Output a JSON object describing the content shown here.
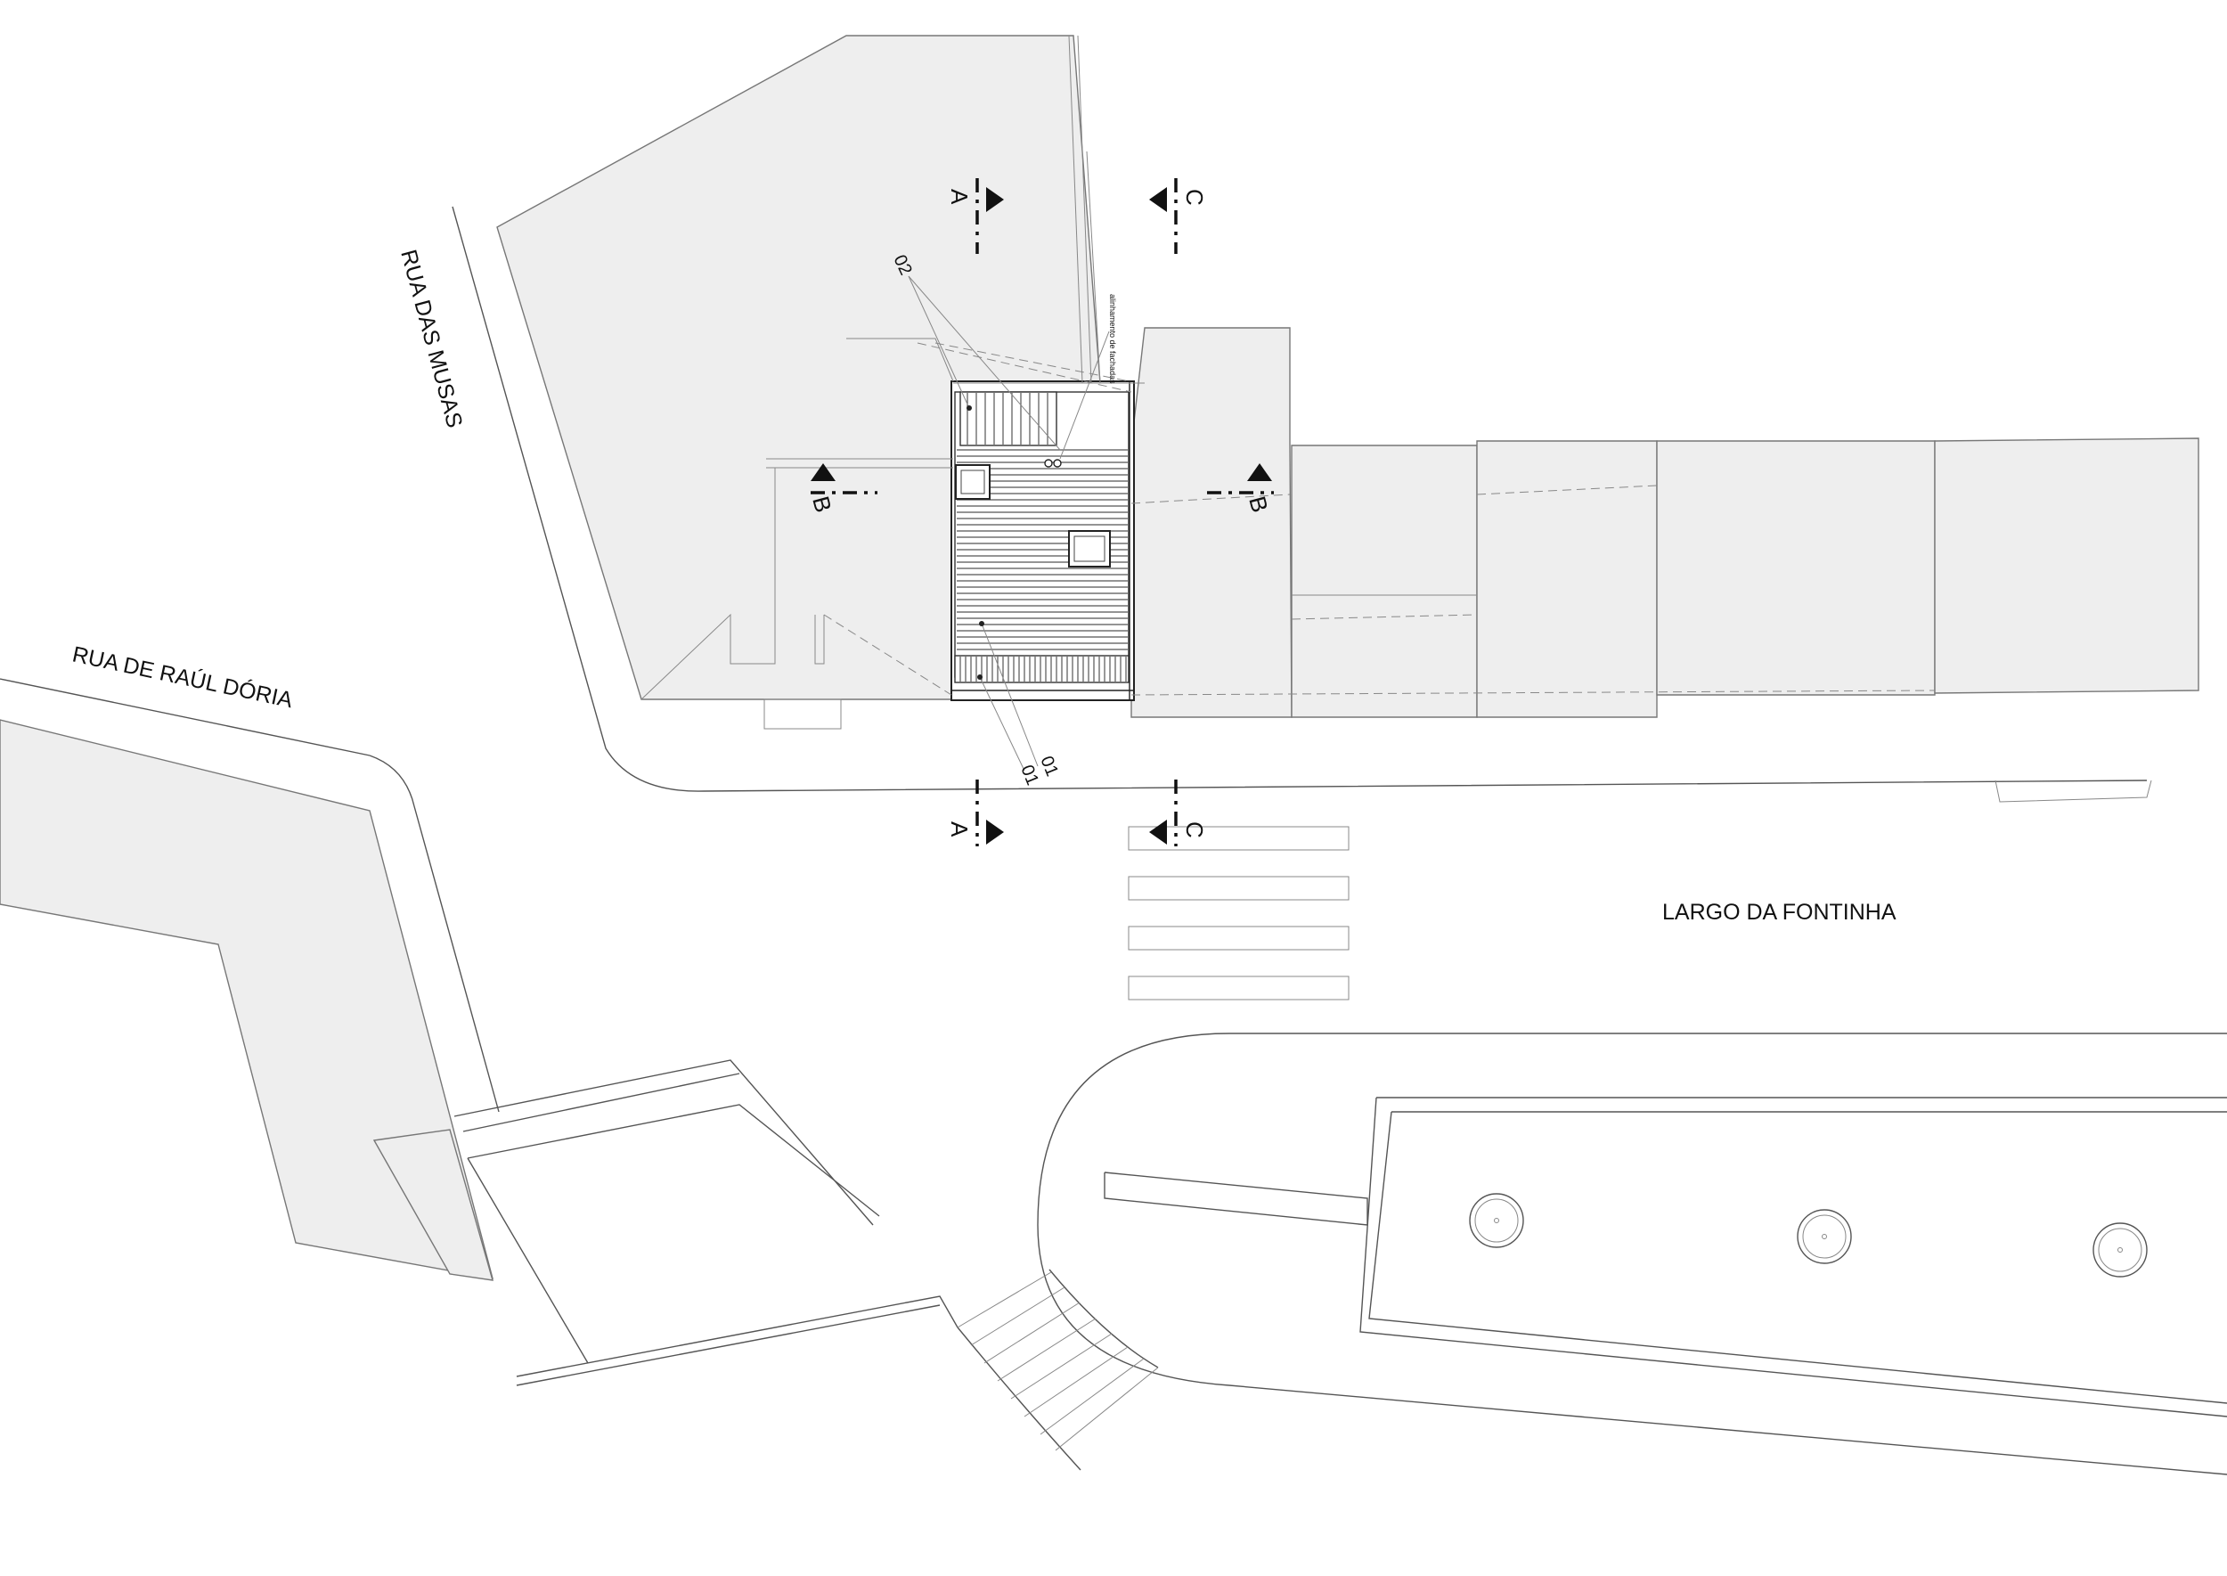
{
  "streets": {
    "rua_das_musas": "RUA DAS MUSAS",
    "rua_raul_doria": "RUA DE RAÚL DÓRIA",
    "largo_fontinha": "LARGO DA FONTINHA"
  },
  "callouts": {
    "tag_02": "02",
    "tag_01a": "01",
    "tag_01b": "01"
  },
  "sections": {
    "a_top": "A",
    "a_bottom": "A",
    "b_left": "B",
    "b_right": "B",
    "c_top": "C",
    "c_bottom": "C"
  },
  "small_note": "alinhamento de fachadas"
}
